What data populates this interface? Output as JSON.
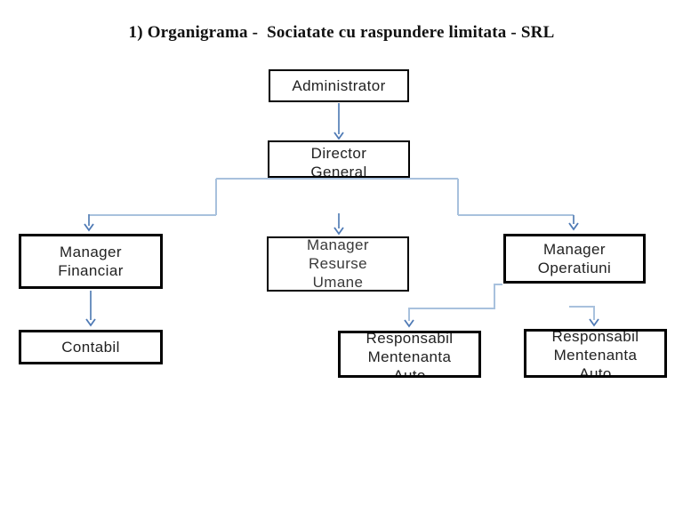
{
  "title": {
    "text": "1) Organigrama -  Sociatate cu raspundere limitata - SRL"
  },
  "colors": {
    "background": "#ffffff",
    "box_border": "#000000",
    "text": "#222222",
    "connector_light": "#a8c1dd",
    "connector_dark": "#5e86ba",
    "arrowhead": "#4f7ab5"
  },
  "diagram": {
    "type": "org-chart",
    "nodes": {
      "administrator": {
        "label": "Administrator"
      },
      "director_general": {
        "label": "Director\nGeneral"
      },
      "manager_financiar": {
        "label": "Manager\nFinanciar"
      },
      "manager_resurse_umane": {
        "label": "Manager\nResurse\nUmane"
      },
      "manager_operatiuni": {
        "label": "Manager\nOperatiuni"
      },
      "contabil": {
        "label": "Contabil"
      },
      "responsabil_mentenanta_auto_1": {
        "label": "Responsabil\nMentenanta\nAuto"
      },
      "responsabil_mentenanta_auto_2": {
        "label": "Responsabil\nMentenanta\nAuto"
      }
    },
    "edges": [
      {
        "from": "administrator",
        "to": "director_general"
      },
      {
        "from": "director_general",
        "to": "manager_financiar"
      },
      {
        "from": "director_general",
        "to": "manager_resurse_umane"
      },
      {
        "from": "director_general",
        "to": "manager_operatiuni"
      },
      {
        "from": "manager_financiar",
        "to": "contabil"
      },
      {
        "from": "manager_operatiuni",
        "to": "responsabil_mentenanta_auto_1"
      },
      {
        "from": "manager_operatiuni",
        "to": "responsabil_mentenanta_auto_2"
      }
    ]
  }
}
